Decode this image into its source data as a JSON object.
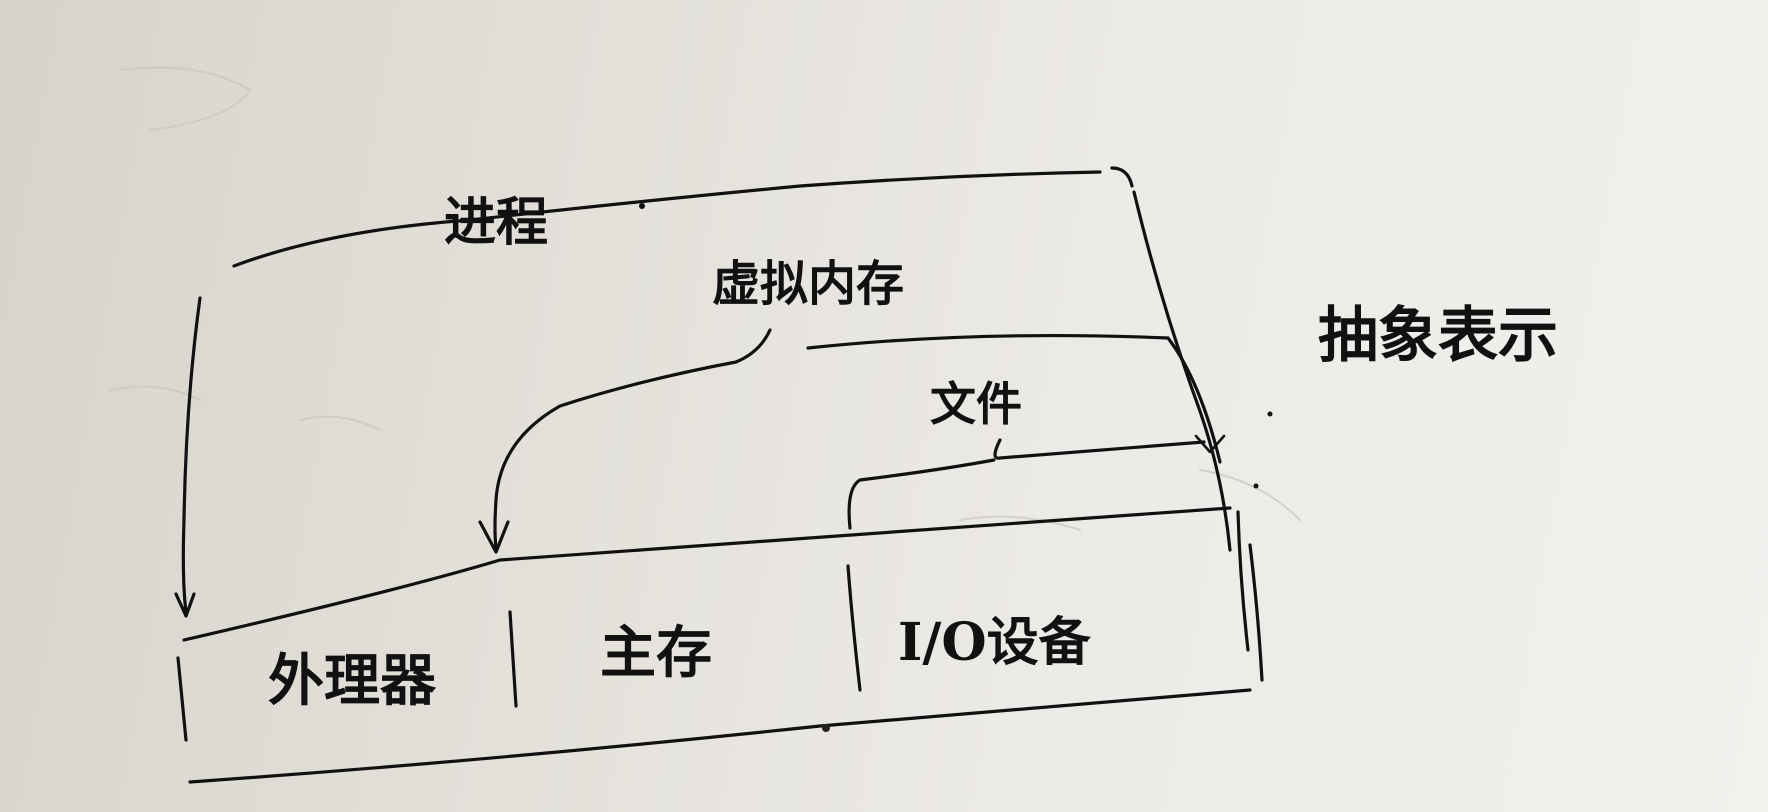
{
  "diagram": {
    "title": "抽象表示",
    "components": {
      "processor": "外理器",
      "memory": "主存",
      "io": "I/O设备"
    },
    "abstractions": {
      "process": "进程",
      "virtual_memory": "虚拟内存",
      "file": "文件"
    }
  },
  "colors": {
    "ink": "#111111",
    "paper": "#e6e3dd"
  }
}
